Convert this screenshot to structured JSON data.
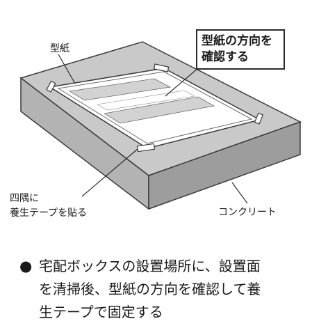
{
  "labels": {
    "template": "型紙",
    "callout": [
      "型紙の方向を",
      "確認する"
    ],
    "corners": [
      "四隅に",
      "養生テープを貼る"
    ],
    "concrete": "コンクリート"
  },
  "caption": {
    "bullet": "●",
    "lines": [
      "宅配ボックスの設置場所に、設置面",
      "を清掃後、型紙の方向を確認して養",
      "生テープで固定する"
    ]
  },
  "colors": {
    "slab_top": "#c9c9c9",
    "slab_front": "#b3b3b3",
    "slab_side": "#9d9d9d",
    "template_paper": "#ffffff",
    "template_bands": "#d2d2d2",
    "outline": "#3a3a3a"
  }
}
